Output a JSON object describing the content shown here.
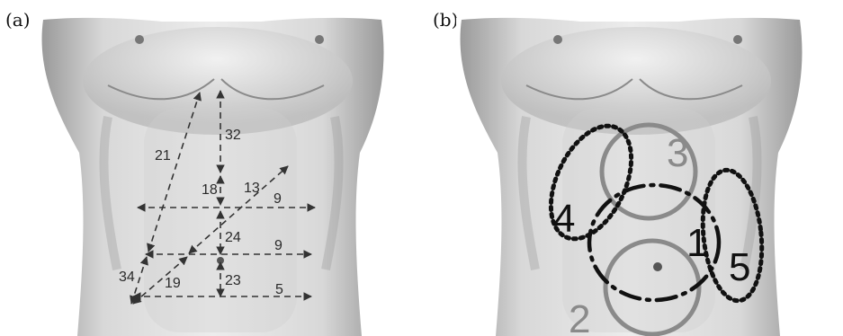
{
  "panels": [
    {
      "tag": "(a)",
      "measurements": [
        "21",
        "32",
        "18",
        "13",
        "9",
        "24",
        "9",
        "34",
        "19",
        "23",
        "5"
      ]
    },
    {
      "tag": "(b)",
      "regions": [
        "3",
        "4",
        "1",
        "5",
        "2"
      ],
      "colors": {
        "gray_circle": "#8a8a8a",
        "dotted": "#111111",
        "dash_dot": "#111111"
      }
    }
  ]
}
